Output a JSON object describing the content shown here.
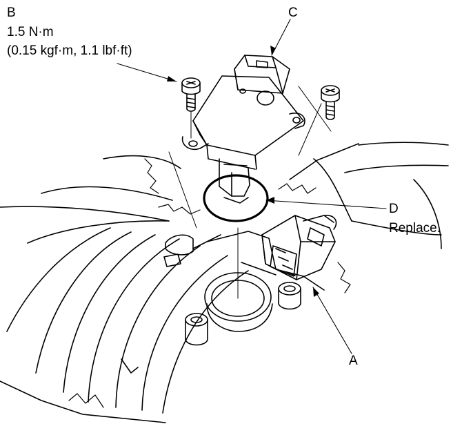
{
  "callouts": {
    "a": {
      "letter": "A"
    },
    "b": {
      "letter": "B",
      "torque": "1.5 N·m",
      "torque_alt": "(0.15 kgf·m, 1.1 lbf·ft)"
    },
    "c": {
      "letter": "C"
    },
    "d": {
      "letter": "D",
      "note": "Replace."
    }
  },
  "parts": [
    "maf-sensor",
    "mounting-screw",
    "o-ring",
    "sensor-connector",
    "intake-duct",
    "throttle-body"
  ],
  "colors": {
    "line": "#000000",
    "background": "#ffffff"
  }
}
